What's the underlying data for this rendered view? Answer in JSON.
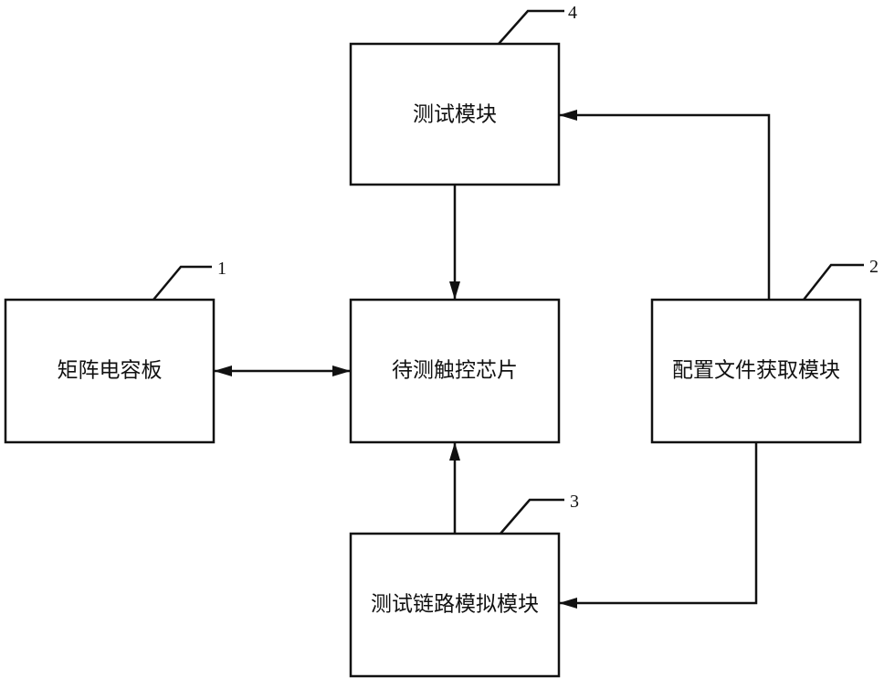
{
  "boxes": {
    "matrix_board": {
      "label": "矩阵电容板",
      "ref": "1"
    },
    "config_module": {
      "label": "配置文件获取模块",
      "ref": "2"
    },
    "link_sim_module": {
      "label": "测试链路模拟模块",
      "ref": "3"
    },
    "test_module": {
      "label": "测试模块",
      "ref": "4"
    },
    "chip_under_test": {
      "label": "待测触控芯片"
    }
  },
  "connections": [
    {
      "from": "matrix_board",
      "to": "chip_under_test",
      "direction": "both"
    },
    {
      "from": "test_module",
      "to": "chip_under_test",
      "direction": "forward"
    },
    {
      "from": "link_sim_module",
      "to": "chip_under_test",
      "direction": "forward"
    },
    {
      "from": "config_module",
      "to": "test_module",
      "direction": "forward"
    },
    {
      "from": "config_module",
      "to": "link_sim_module",
      "direction": "forward"
    }
  ],
  "colors": {
    "line": "#111111",
    "background": "#ffffff"
  }
}
